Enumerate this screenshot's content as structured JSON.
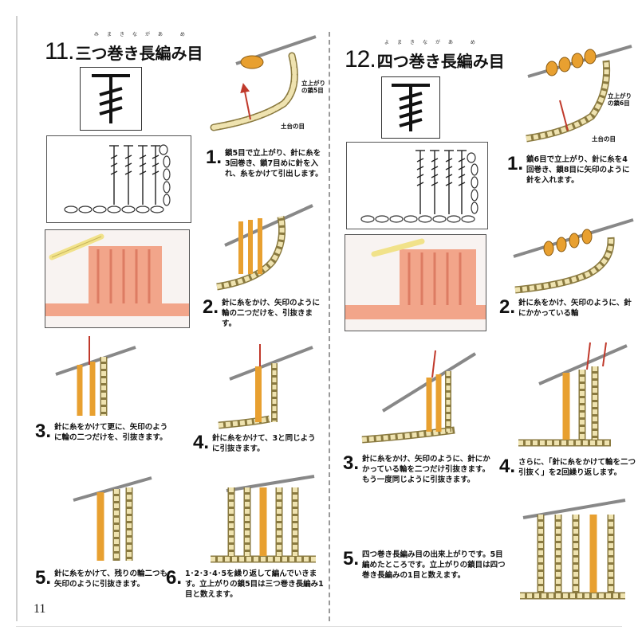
{
  "left": {
    "title_num": "11.",
    "title_text": "三つ巻き長編み目",
    "ruby": "みまきながあ め",
    "illu_notes": {
      "label_chain": "立上がりの鎖5目",
      "label_base": "土台の目"
    },
    "steps": [
      {
        "num": "1.",
        "text": "鎖5目で立上がり、針に糸を3回巻き、鎖7目めに針を入れ、糸をかけて引出します。"
      },
      {
        "num": "2.",
        "text": "針に糸をかけ、矢印のように輪の二つだけを、引抜きます。"
      },
      {
        "num": "3.",
        "text": "針に糸をかけて更に、矢印のように輪の二つだけを、引抜きます。"
      },
      {
        "num": "4.",
        "text": "針に糸をかけて、3と同じように引抜きます。"
      },
      {
        "num": "5.",
        "text": "針に糸をかけて、残りの輪二つも矢印のように引抜きます。"
      },
      {
        "num": "6.",
        "text": "1･2･3･4･5を繰り返して編んでいきます。立上がりの鎖5目は三つ巻き長編み1目と数えます。"
      }
    ],
    "page_number": "11"
  },
  "right": {
    "title_num": "12.",
    "title_text": "四つ巻き長編み目",
    "ruby": "よまきながあ め",
    "illu_notes": {
      "label_chain": "立上がりの鎖6目",
      "label_base": "土台の目"
    },
    "steps": [
      {
        "num": "1.",
        "text": "鎖6目で立上がり、針に糸を4回巻き、鎖8目に矢印のように針を入れます。"
      },
      {
        "num": "2.",
        "text": "針に糸をかけ、矢印のように、針にかかっている輪"
      },
      {
        "num": "3.",
        "text": "針に糸をかけ、矢印のように、針にかかっている輪を二つだけ引抜きます。もう一度同じように引抜きます。"
      },
      {
        "num": "4.",
        "text": "さらに、「針に糸をかけて輪を二つ引抜く」を2回繰り返します。"
      },
      {
        "num": "5.",
        "text": "四つ巻き長編み目の出来上がりです。5目編めたところです。立上がりの鎖目は四つ巻き長編みの1目と数えます。"
      }
    ]
  },
  "colors": {
    "yarn_cream": "#efe3b0",
    "yarn_outline": "#8a7a40",
    "yarn_orange": "#e8a030",
    "photo_pink": "#f2a58a",
    "arrow": "#c0392b",
    "hook_yellow": "#f1e28a"
  }
}
